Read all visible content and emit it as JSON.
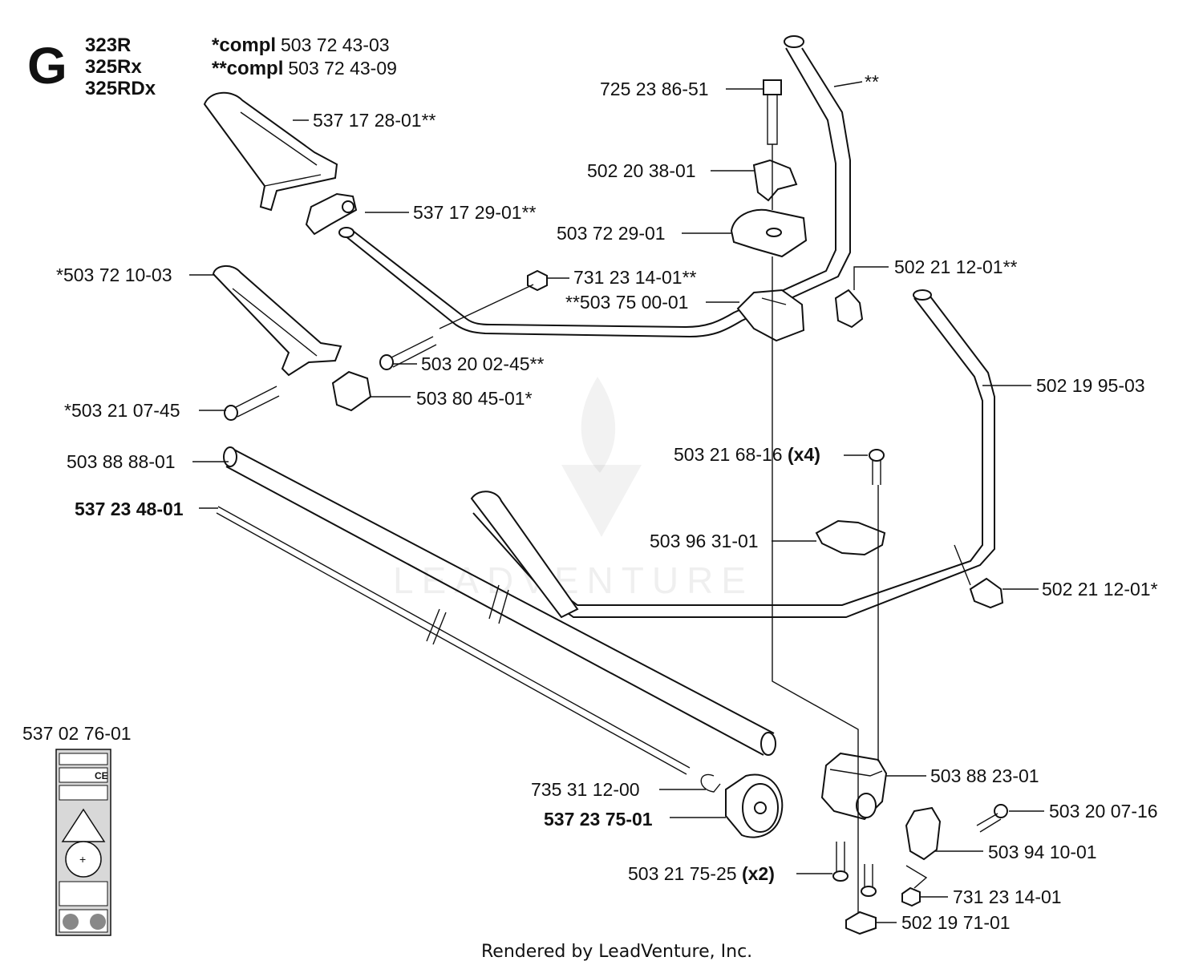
{
  "header": {
    "section_letter": "G",
    "models": [
      "323R",
      "325Rx",
      "325RDx"
    ],
    "compl": [
      {
        "prefix": "*compl",
        "part": "503 72 43-03"
      },
      {
        "prefix": "**compl",
        "part": "503 72 43-09"
      }
    ]
  },
  "labels": {
    "l1": "725 23 86-51",
    "l2": "**",
    "l3": "537 17 28-01**",
    "l4": "502 20 38-01",
    "l5": "537 17 29-01**",
    "l6": "503 72 29-01",
    "l7": "*503 72 10-03",
    "l8": "731 23 14-01**",
    "l9": "502 21 12-01**",
    "l10": "**503 75 00-01",
    "l11": "503 20 02-45**",
    "l12": "502 19 95-03",
    "l13": "*503 21 07-45",
    "l14": "503 80 45-01*",
    "l15a": "503 21 68-16 ",
    "l15b": "(x4)",
    "l16": "503 88 88-01",
    "l17": "537 23 48-01",
    "l18": "503 96 31-01",
    "l19": "502 21 12-01*",
    "l20": "537 02 76-01",
    "l21": "503 88 23-01",
    "l22": "735 31 12-00",
    "l23": "503 20 07-16",
    "l24": "537 23 75-01",
    "l25": "503 94 10-01",
    "l26a": "503 21 75-25 ",
    "l26b": "(x2)",
    "l27": "731 23 14-01",
    "l28": "502 19 71-01"
  },
  "footer": "Rendered by LeadVenture, Inc.",
  "watermark": "LEADVENTURE",
  "decal_marks": [
    "CE",
    "+"
  ]
}
